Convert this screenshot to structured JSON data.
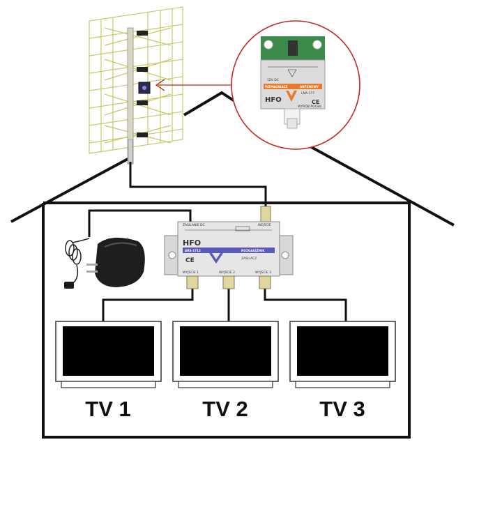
{
  "tvs": [
    {
      "label": "TV 1"
    },
    {
      "label": "TV 2"
    },
    {
      "label": "TV 3"
    }
  ],
  "splitter": {
    "brand": "HFO",
    "model": "ARS-1712",
    "ce_mark": "CE",
    "title_text": "ROZGAŁĘŹNIK",
    "sub_text": "ZASILACZ",
    "outputs": [
      "WYJŚCIE 1",
      "WYJŚCIE 2",
      "WYJŚCIE 3"
    ],
    "input": "WEJŚCIE",
    "power_in": "ZASILANIE DC"
  },
  "amplifier_inset": {
    "brand": "HFO",
    "model": "LNA-177",
    "label_left": "WZMACNIACZ",
    "label_right": "ANTENOWY",
    "ce_mark": "CE",
    "voltage": "12V DC",
    "made_in": "WYRÓB POLSKI"
  },
  "colors": {
    "line": "#111111",
    "cable": "#111111",
    "antenna": "#c8c86a",
    "callout": "#c0281f",
    "orange": "#e8792a",
    "blue": "#5a58b8",
    "pcb": "#3e8a4a",
    "tv_screen": "#000000"
  },
  "icons": {
    "antenna": "yagi-grid-antenna-icon",
    "power_adapter": "power-adapter-icon",
    "splitter": "signal-splitter-icon",
    "amplifier": "antenna-amplifier-icon",
    "tv": "tv-icon"
  }
}
